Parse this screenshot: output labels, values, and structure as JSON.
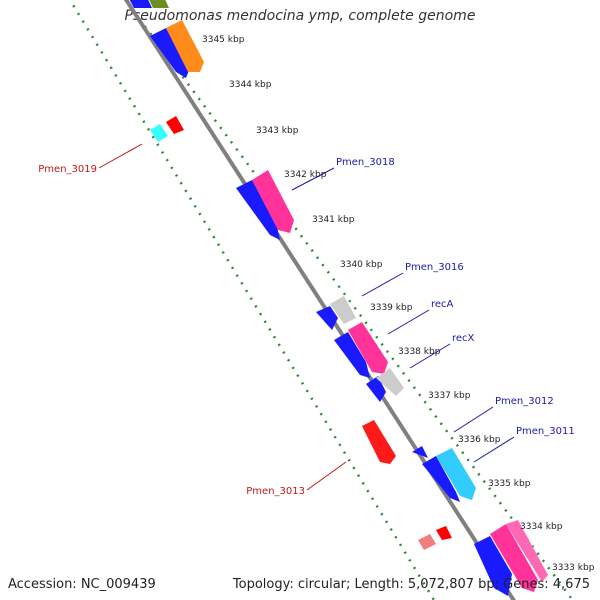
{
  "title": "Pseudomonas mendocina ymp, complete genome",
  "footer": {
    "accession": "Accession: NC_009439",
    "summary": "Topology: circular; Length: 5,072,807 bp; Genes: 4,675"
  },
  "colors": {
    "backbone": "#808080",
    "tick": "#2e8b2e",
    "label_forward": "#1a1aa8",
    "label_reverse": "#c01818"
  },
  "kbp_ticks": [
    "3345 kbp",
    "3344 kbp",
    "3343 kbp",
    "3342 kbp",
    "3341 kbp",
    "3340 kbp",
    "3339 kbp",
    "3338 kbp",
    "3337 kbp",
    "3336 kbp",
    "3335 kbp",
    "3334 kbp",
    "3333 kbp"
  ],
  "gene_labels": [
    {
      "text": "Pmen_3018",
      "strand": "forward"
    },
    {
      "text": "Pmen_3016",
      "strand": "forward"
    },
    {
      "text": "recA",
      "strand": "forward"
    },
    {
      "text": "recX",
      "strand": "forward"
    },
    {
      "text": "Pmen_3012",
      "strand": "forward"
    },
    {
      "text": "Pmen_3011",
      "strand": "forward"
    },
    {
      "text": "Pmen_3019",
      "strand": "reverse"
    },
    {
      "text": "Pmen_3013",
      "strand": "reverse"
    }
  ]
}
